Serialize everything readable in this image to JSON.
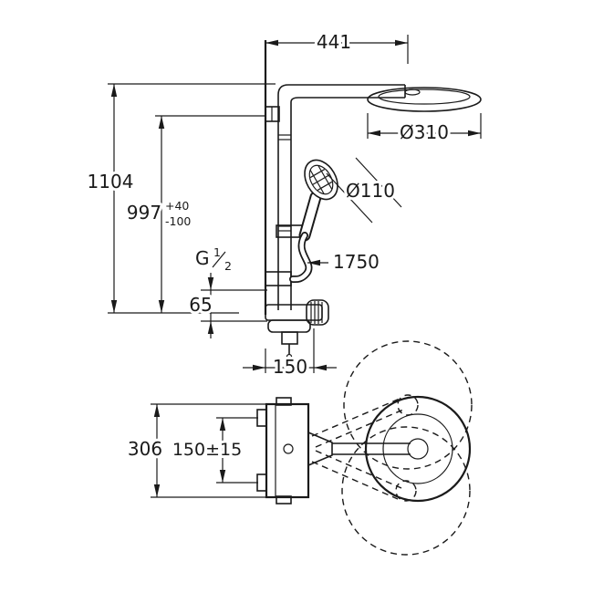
{
  "diagram": {
    "type": "technical-dimension-drawing",
    "subject": "shower-system-with-thermostat",
    "colors": {
      "line": "#1a1a1a",
      "background": "#ffffff"
    }
  },
  "labels": {
    "width_top": "441",
    "height_total": "1104",
    "height_outlet": "997",
    "height_tol_plus": "+40",
    "height_tol_minus": "-100",
    "head_diameter": "Ø310",
    "handshower_diameter": "Ø110",
    "hose_length": "1750",
    "thread_prefix": "G",
    "thread_numerator": "1",
    "thread_denominator": "2",
    "valve_height": "65",
    "projection": "150",
    "body_height": "306",
    "connection_spacing": "150±15"
  }
}
